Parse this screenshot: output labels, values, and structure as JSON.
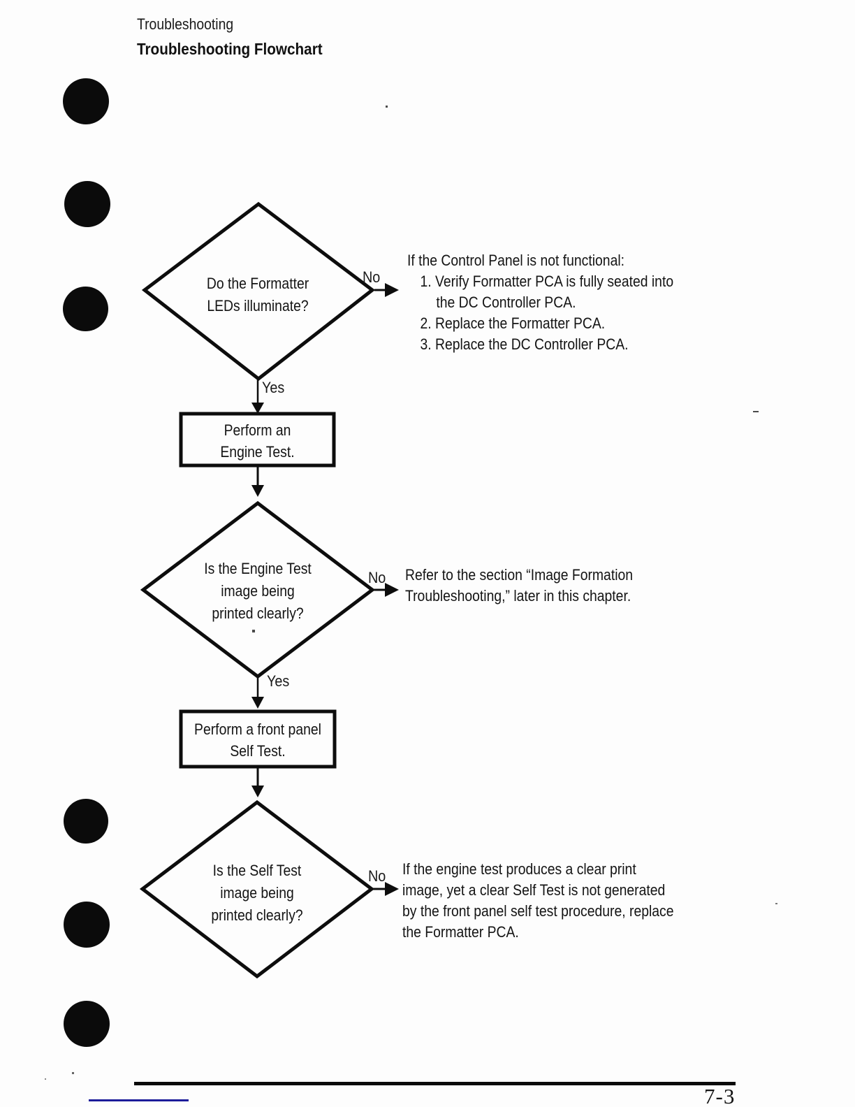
{
  "page": {
    "breadcrumb": "Troubleshooting",
    "section_title": "Troubleshooting Flowchart",
    "footer": {
      "page_number": "7-3",
      "accent_rule_color": "#1b1b9a"
    }
  },
  "flowchart": {
    "decisions": [
      {
        "lines": [
          "Do the Formatter",
          "LEDs illuminate?"
        ],
        "no": "No",
        "yes": "Yes"
      },
      {
        "lines": [
          "Is the Engine Test",
          "image being",
          "printed clearly?"
        ],
        "no": "No",
        "yes": "Yes"
      },
      {
        "lines": [
          "Is the Self Test",
          "image being",
          "printed clearly?"
        ],
        "no": "No"
      }
    ],
    "processes": [
      {
        "lines": [
          "Perform an",
          "Engine Test."
        ]
      },
      {
        "lines": [
          "Perform a front panel",
          "Self Test."
        ]
      }
    ],
    "notes": [
      {
        "lines": [
          "If the Control Panel is not functional:",
          "1. Verify Formatter PCA is fully seated into",
          "the DC Controller PCA.",
          "2. Replace the Formatter PCA.",
          "3. Replace the DC Controller PCA."
        ]
      },
      {
        "lines": [
          "Refer to the section “Image Formation",
          "Troubleshooting,” later in this chapter."
        ]
      },
      {
        "lines": [
          "If the engine test produces a clear print",
          "image, yet a clear Self Test is not generated",
          "by the front panel self test procedure, replace",
          "the Formatter PCA."
        ]
      }
    ]
  }
}
